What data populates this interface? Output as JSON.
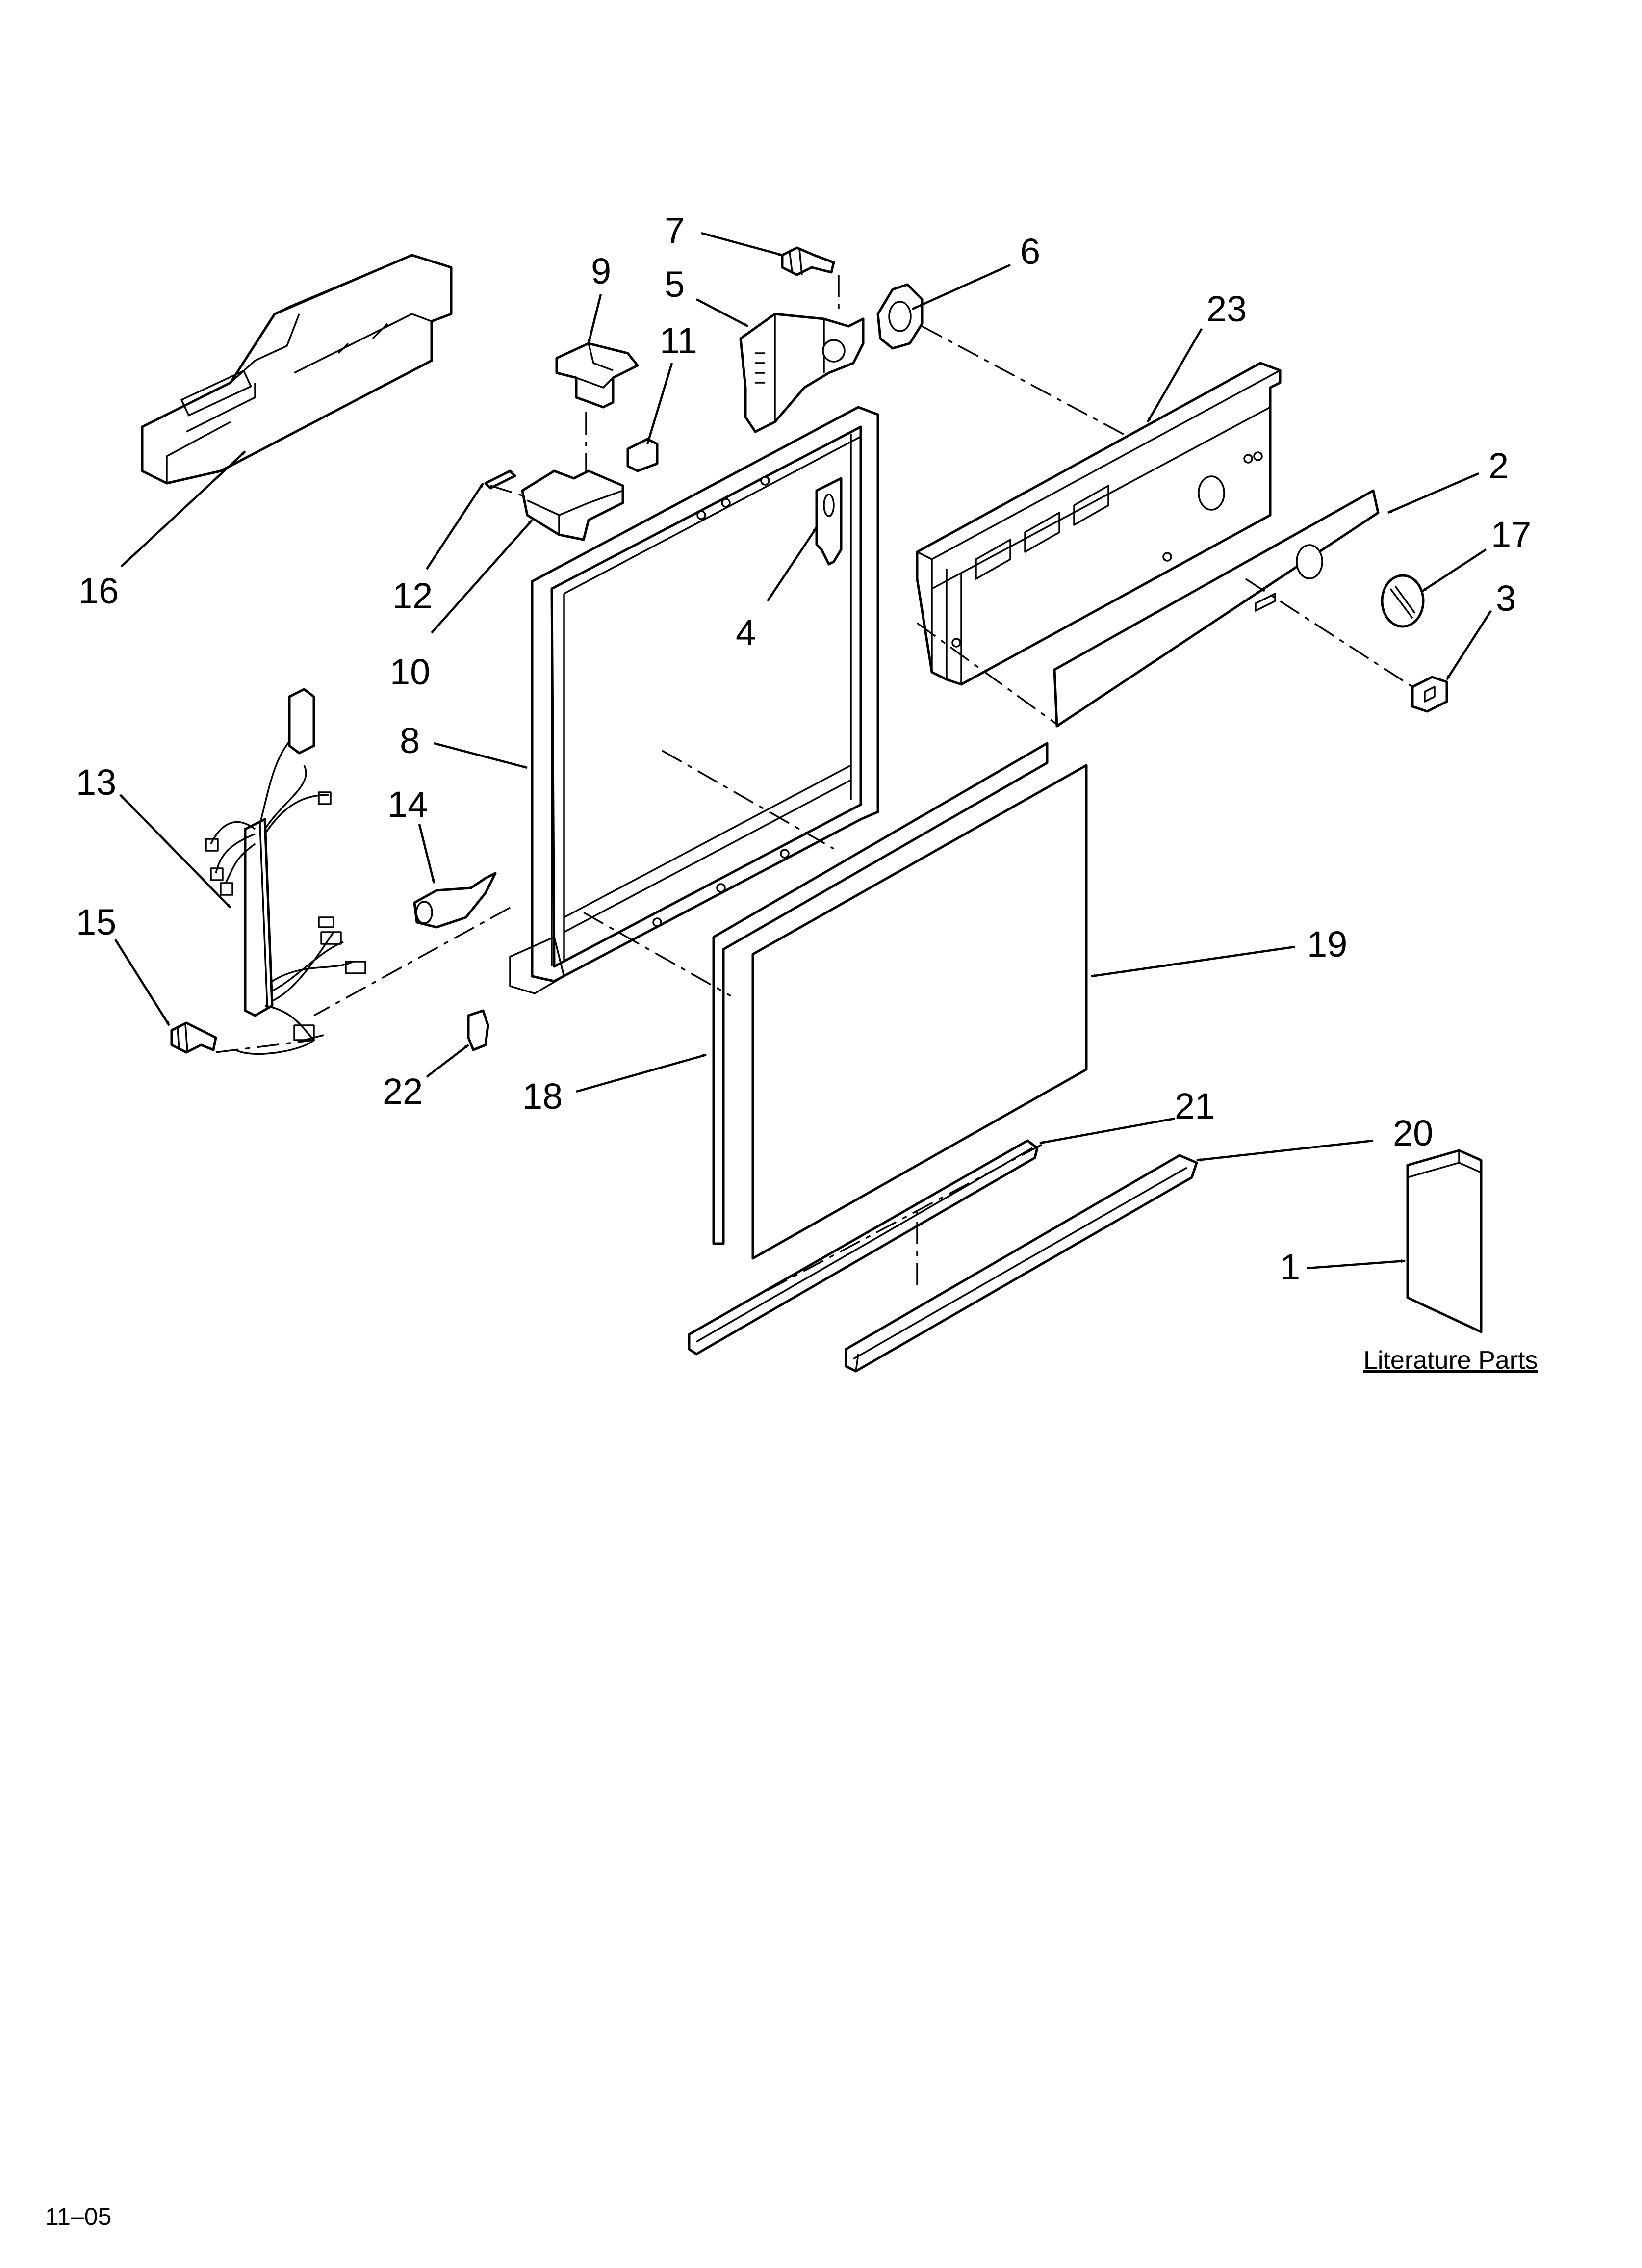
{
  "callouts": {
    "c1": "1",
    "c2": "2",
    "c3": "3",
    "c4": "4",
    "c5": "5",
    "c6": "6",
    "c7": "7",
    "c8": "8",
    "c9": "9",
    "c10": "10",
    "c11": "11",
    "c12": "12",
    "c13": "13",
    "c14": "14",
    "c15": "15",
    "c16": "16",
    "c17": "17",
    "c18": "18",
    "c19": "19",
    "c20": "20",
    "c21": "21",
    "c22": "22",
    "c23": "23"
  },
  "literature_label": "Literature Parts",
  "date_code": "11–05"
}
